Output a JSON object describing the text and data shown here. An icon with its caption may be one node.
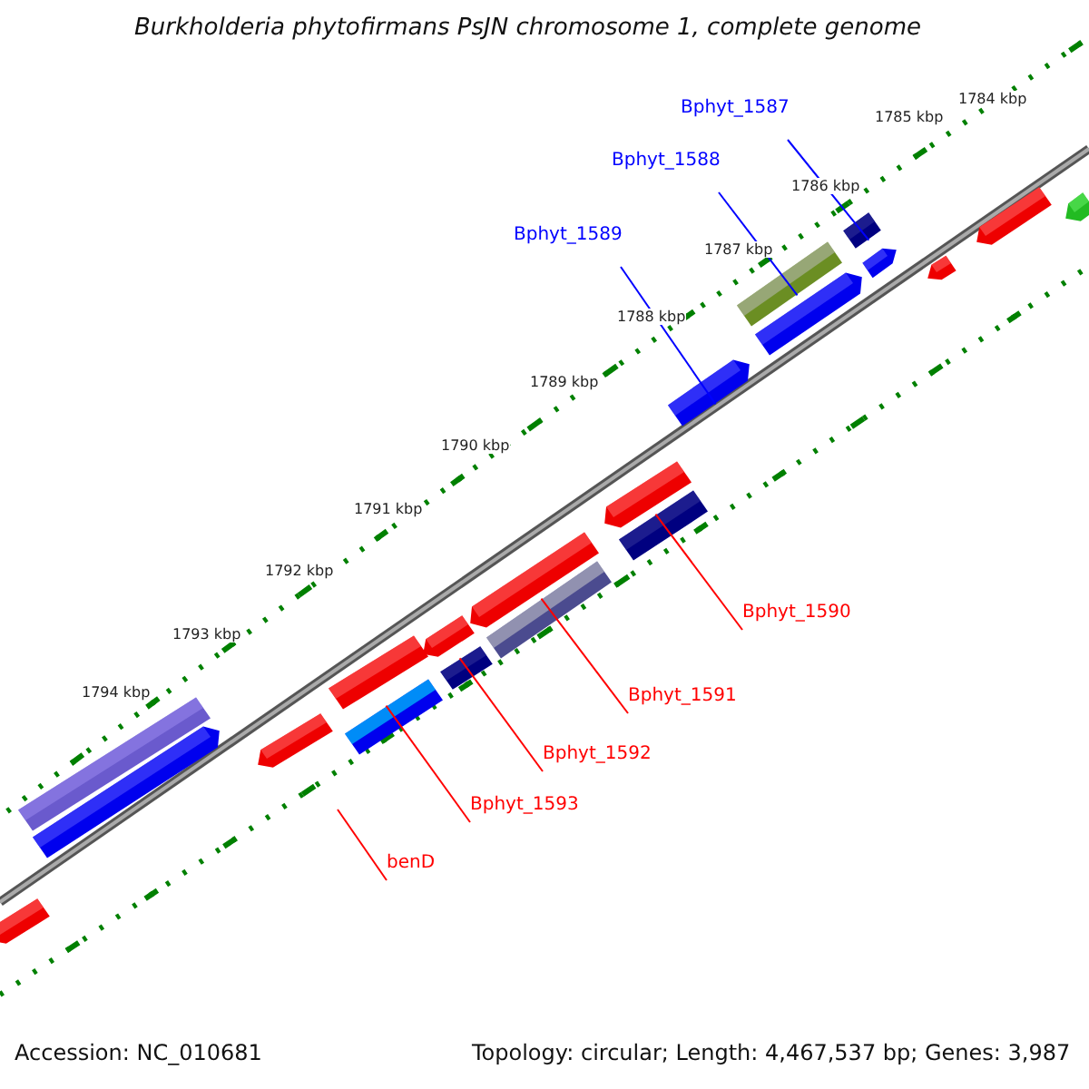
{
  "diagram": {
    "title": "Burkholderia phytofirmans PsJN chromosome 1, complete genome",
    "nodes": [
      {
        "text": [
          "Bphyt_1587"
        ]
      },
      {
        "text": [
          "Bphyt_1588"
        ]
      },
      {
        "text": [
          "Bphyt_1589"
        ]
      },
      {
        "text": [
          "Bphyt_1590"
        ]
      },
      {
        "text": [
          "Bphyt_1591"
        ]
      },
      {
        "text": [
          "Bphyt_1592"
        ]
      },
      {
        "text": [
          "Bphyt_1593"
        ]
      },
      {
        "text": [
          "benD"
        ]
      },
      {
        "text": [],
        "shape": "bar"
      },
      {
        "text": [],
        "shape": "bar"
      },
      {
        "text": [],
        "shape": "bar"
      },
      {
        "text": [],
        "shape": "bar"
      },
      {
        "text": [],
        "shape": "bar"
      },
      {
        "text": [],
        "shape": "bar"
      },
      {
        "text": [],
        "shape": "bar"
      }
    ],
    "edges": [
      {
        "from": 0,
        "to": 8,
        "arrow": "none",
        "color": "#0000ff"
      },
      {
        "from": 1,
        "to": 9,
        "arrow": "none",
        "color": "#0000ff"
      },
      {
        "from": 2,
        "to": 10,
        "arrow": "none",
        "color": "#0000ff"
      },
      {
        "from": 3,
        "to": 11,
        "arrow": "none"
      },
      {
        "from": 4,
        "to": 12,
        "arrow": "none"
      },
      {
        "from": 5,
        "to": 13,
        "arrow": "none"
      },
      {
        "from": 6,
        "to": 14,
        "arrow": "none"
      },
      {
        "from": 7,
        "to": null,
        "arrow": "none"
      }
    ],
    "labels": [
      "1784 kbp",
      "1785 kbp",
      "1786 kbp",
      "1787 kbp",
      "1788 kbp",
      "1789 kbp",
      "1790 kbp",
      "1791 kbp",
      "1792 kbp",
      "1793 kbp",
      "1794 kbp",
      "Accession: NC_010681",
      "Topology: circular; Length: 4,467,537 bp; Genes: 3,987"
    ]
  }
}
